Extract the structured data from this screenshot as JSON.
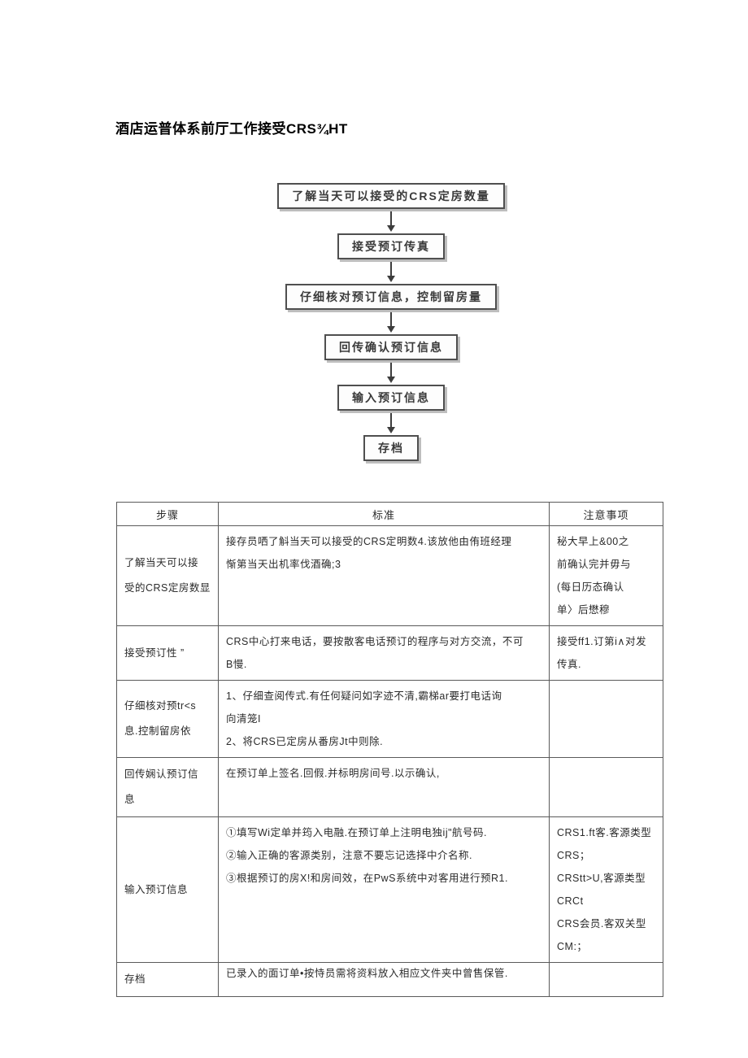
{
  "page": {
    "title": "酒店运普体系前厅工作接受CRS¾HT"
  },
  "flowchart": {
    "steps": [
      "了解当天可以接受的CRS定房数量",
      "接受预订传真",
      "仔细核对预订信息，控制留房量",
      "回传确认预订信息",
      "输入预订信息",
      "存档"
    ]
  },
  "table": {
    "headers": [
      "步骤",
      "标准",
      "注意事项"
    ],
    "rows": [
      {
        "step": "了解当天可以接\n受的CRS定房数显",
        "standard": "接存员哂了斛当天可以接受的CRS定明数4.该放他由侑班经理\n惭第当天出机率伐酒确;3",
        "notes": "秘大早上&00之\n前确认完并毋与\n  (每日历态确认\n单〉后懋穆"
      },
      {
        "step": "接受预订性  ”",
        "standard": "CRS中心打来电话，要按散客电话预订的程序与对方交流，不可\nB慢.",
        "notes": "接受ff1.订第i∧对发\n传真."
      },
      {
        "step": "仔细核对预tr<s\n息.控制留房依",
        "standard": "1、仔细查阅传式.有任何疑问如字迹不清,霸梯ar要打电话询\n向清笼I\n2、将CRS已定房从番房Jt中则除.",
        "notes": ""
      },
      {
        "step": "回传娴认预订信\n息",
        "standard": "在预订单上签名.回假.并标明房间号.以示确认,",
        "notes": ""
      },
      {
        "step": "输入预订信息",
        "standard": "①填写Wi定单并筠入电融.在预订单上注明电独ij\"航号码.\n②输入正确的客源类别，注意不要忘记选择中介名称.\n③根据预订的房X!和房间效，在PwS系统中对客用进行预R1.",
        "notes": "CRS1.ft客.客源类型\nCRS；\nCRStt>U,客源类型CRCt\nCRS会员.客双关型CM:；"
      },
      {
        "step": "存档",
        "standard": "已录入的面订单•按恃员需将资料放入相应文件夹中曾售保管.",
        "notes": ""
      }
    ]
  }
}
